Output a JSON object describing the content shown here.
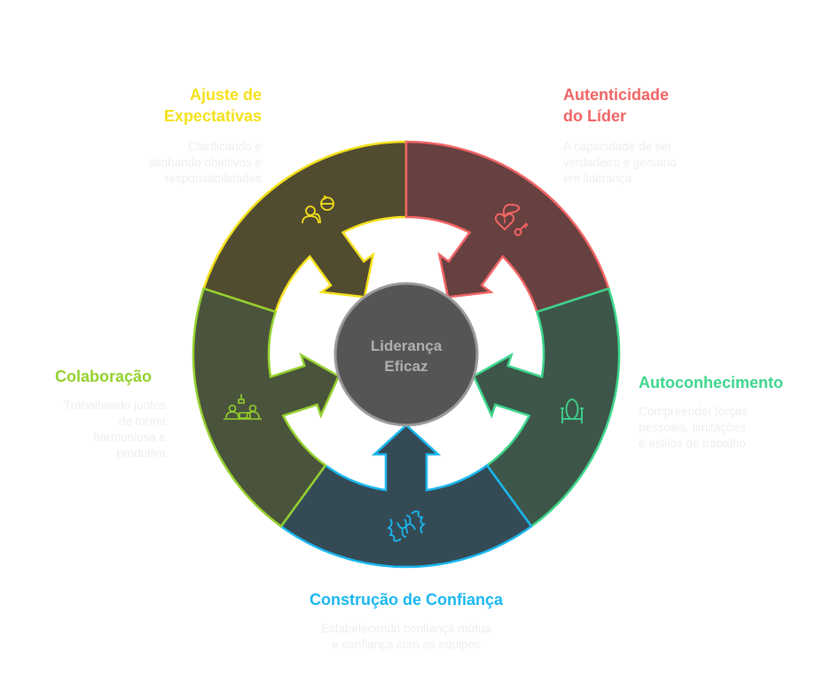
{
  "center": {
    "line1": "Liderança",
    "line2": "Eficaz"
  },
  "segments": [
    {
      "id": "ajuste",
      "title_line1": "Ajuste de",
      "title_line2": "Expectativas",
      "description": [
        "Clarificando e",
        "alinhando objetivos e",
        "responsabilidades"
      ],
      "icon": "person-with-rotating-goal-icon",
      "color": "#f5e11a",
      "fill": "#514b30"
    },
    {
      "id": "autenticidade",
      "title_line1": "Autenticidade",
      "title_line2": "do Líder",
      "description": [
        "A capacidade de ser",
        "verdadeiro e genuíno",
        "em liderança"
      ],
      "icon": "heart-lock-key-icon",
      "color": "#f26464",
      "fill": "#674040"
    },
    {
      "id": "autoconhecimento",
      "title_line1": "Autoconhecimento",
      "title_line2": "",
      "description": [
        "Compreender forças",
        "pessoais, limitações",
        "e estilos de trabalho"
      ],
      "icon": "standing-mirror-icon",
      "color": "#3dd68c",
      "fill": "#3d5649"
    },
    {
      "id": "construcao",
      "title_line1": "Construção de Confiança",
      "title_line2": "",
      "description": [
        "Estabelecendo confiança mútua",
        "e confiança com as equipes"
      ],
      "icon": "handshake-icon",
      "color": "#1ab8f0",
      "fill": "#344b56"
    },
    {
      "id": "colaboracao",
      "title_line1": "Colaboração",
      "title_line2": "",
      "description": [
        "Trabalhando juntos",
        "de forma",
        "harmoniosa e",
        "produtiva"
      ],
      "icon": "team-meeting-icon",
      "color": "#95d12e",
      "fill": "#4a533b"
    }
  ],
  "colors": {
    "center_fill": "#555555",
    "center_stroke": "#9a9a9a",
    "center_text": "#b0b0b0",
    "description_text": "#eeeeee"
  }
}
